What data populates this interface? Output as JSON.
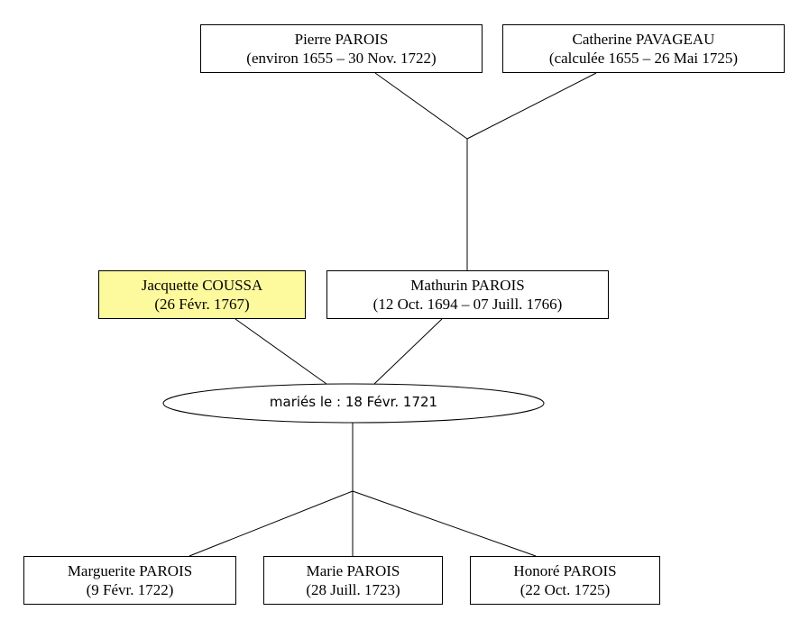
{
  "persons": {
    "pierre": {
      "name": "Pierre PAROIS",
      "dates": "(environ 1655 – 30 Nov. 1722)"
    },
    "catherine": {
      "name": "Catherine PAVAGEAU",
      "dates": "(calculée 1655 – 26 Mai 1725)"
    },
    "jacquette": {
      "name": "Jacquette COUSSA",
      "dates": "(26 Févr. 1767)"
    },
    "mathurin": {
      "name": "Mathurin PAROIS",
      "dates": "(12 Oct. 1694 – 07 Juill. 1766)"
    },
    "marguerite": {
      "name": "Marguerite PAROIS",
      "dates": "(9 Févr. 1722)"
    },
    "marie": {
      "name": "Marie PAROIS",
      "dates": "(28 Juill. 1723)"
    },
    "honore": {
      "name": "Honoré PAROIS",
      "dates": "(22 Oct. 1725)"
    }
  },
  "marriage": {
    "label": "mariés le : 18 Févr. 1721"
  },
  "colors": {
    "highlight": "#fdf99d",
    "line": "#000000",
    "box_background": "#ffffff"
  }
}
